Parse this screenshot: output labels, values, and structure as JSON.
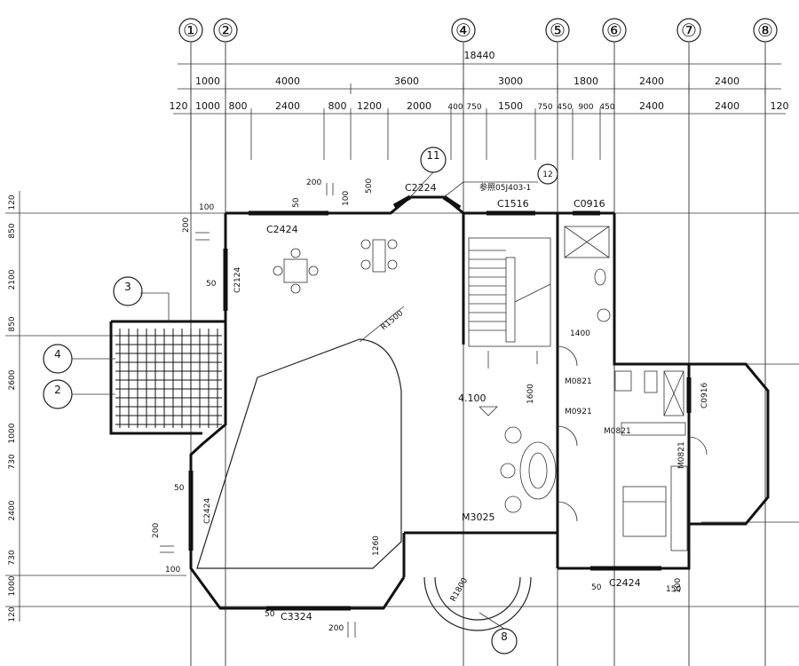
{
  "axes": [
    "①",
    "②",
    "④",
    "⑤",
    "⑥",
    "⑦",
    "⑧"
  ],
  "total_width": "18440",
  "dims_row1": [
    "1000",
    "4000",
    "3600",
    "3000",
    "1800",
    "2400",
    "2400"
  ],
  "dims_row2": [
    "120",
    "1000",
    "800",
    "2400",
    "800",
    "1200",
    "2000",
    "400",
    "750",
    "1500",
    "750",
    "450",
    "900",
    "450",
    "2400",
    "2400",
    "120"
  ],
  "dims_left": [
    "120",
    "850",
    "2100",
    "850",
    "2600",
    "1000",
    "730",
    "2400",
    "730",
    "1000",
    "120"
  ],
  "windows": {
    "c2424_top": "C2424",
    "c2124": "C2124",
    "c2224": "C2224",
    "c1516": "C1516",
    "c0916_top": "C0916",
    "c0916_right": "C0916",
    "c2424_left": "C2424",
    "c3324": "C3324",
    "c2424_bottom": "C2424"
  },
  "doors": {
    "m0821_a": "M0821",
    "m0921": "M0921",
    "m0821_b": "M0821",
    "m0821_c": "M0821",
    "m3025": "M3025"
  },
  "callouts": {
    "c11": "11",
    "c3": "3",
    "c4": "4",
    "c2": "2",
    "c8": "8",
    "c12": "12"
  },
  "misc_dims": {
    "d200_top": "200",
    "d100_a": "100",
    "d500_a": "500",
    "d50_a": "50",
    "d100_b": "100",
    "d200_left": "200",
    "d50_left": "50",
    "d50_left2": "50",
    "d200_low": "200",
    "d100_low": "100",
    "r1500": "R1500",
    "d1400": "1400",
    "d1600": "1600",
    "d1260": "1260",
    "r1800": "R1800",
    "d50_bot": "50",
    "d150": "150",
    "d100_right": "100",
    "d200_bot": "200",
    "d50_bot2": "50",
    "level": "4.100",
    "ref_code": "参照05J403-1"
  }
}
